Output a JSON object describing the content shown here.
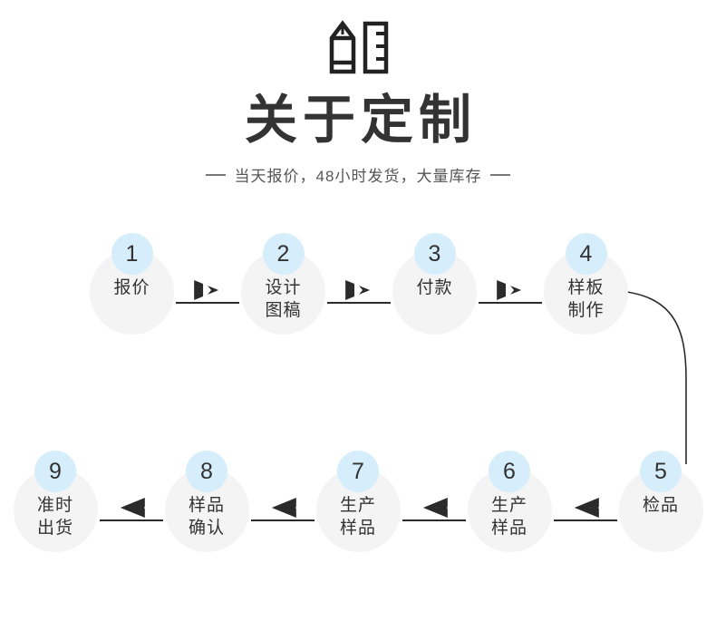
{
  "header": {
    "icon": "pencil-and-ruler-icon",
    "title": "关于定制",
    "subtitle": "当天报价，48小时发货，大量库存",
    "dash_left": "",
    "dash_right": ""
  },
  "colors": {
    "badge_blue": "#d6eefb",
    "disc_gray": "#f4f4f4",
    "text_dark": "#333333",
    "line_dark": "#2b2b2b",
    "background": "#ffffff"
  },
  "flow": {
    "top_row": [
      {
        "number": "1",
        "label": "报价"
      },
      {
        "number": "2",
        "label": "设计\n图稿"
      },
      {
        "number": "3",
        "label": "付款"
      },
      {
        "number": "4",
        "label": "样板\n制作"
      }
    ],
    "top_connectors": [
      {
        "direction": "right",
        "name": "arrow-right-1"
      },
      {
        "direction": "right",
        "name": "arrow-right-2"
      },
      {
        "direction": "right",
        "name": "arrow-right-3"
      }
    ],
    "bottom_row": [
      {
        "number": "9",
        "label": "准时\n出货"
      },
      {
        "number": "8",
        "label": "样品\n确认"
      },
      {
        "number": "7",
        "label": "生产\n样品"
      },
      {
        "number": "6",
        "label": "生产\n样品"
      },
      {
        "number": "5",
        "label": "检品"
      }
    ],
    "bottom_connectors": [
      {
        "direction": "left",
        "name": "arrow-left-1"
      },
      {
        "direction": "left",
        "name": "arrow-left-2"
      },
      {
        "direction": "left",
        "name": "arrow-left-3"
      },
      {
        "direction": "left",
        "name": "arrow-left-4"
      }
    ],
    "wrap_connector": "curve-step4-to-step5"
  }
}
